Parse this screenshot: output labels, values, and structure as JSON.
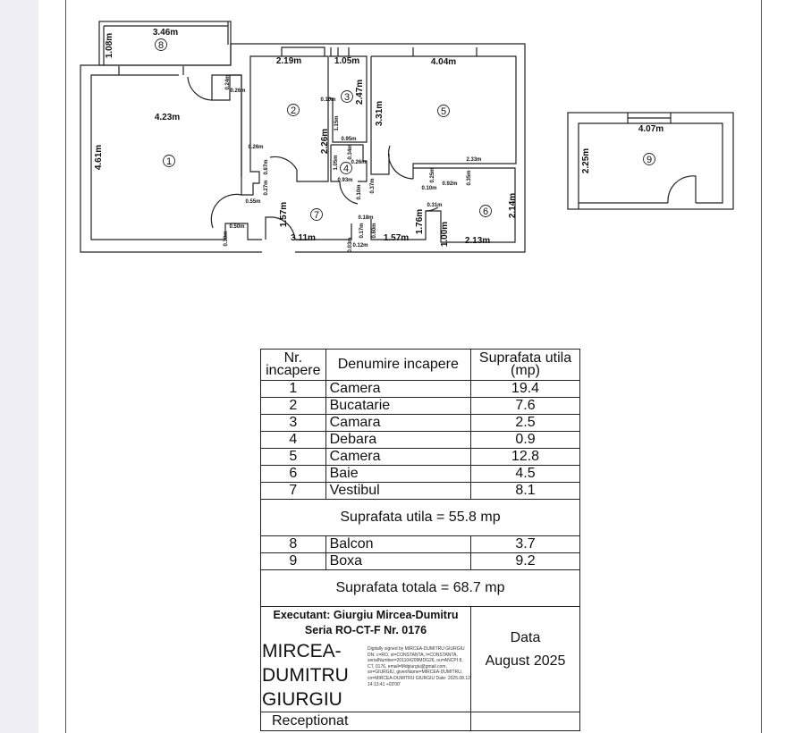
{
  "plan": {
    "rooms": [
      "1",
      "2",
      "3",
      "4",
      "5",
      "6",
      "7",
      "8",
      "9"
    ],
    "dims": {
      "balcony_w": "3.46m",
      "balcony_h": "1.08m",
      "r1_w": "4.23m",
      "r1_h": "4.61m",
      "r2_w": "2.19m",
      "r3_w": "1.05m",
      "r3_h": "2.47m",
      "r2_h": "2.26m",
      "r5_w": "4.04m",
      "r5_h": "3.31m",
      "r7_h": "1.57m",
      "r7_w": "3.11m",
      "r7_w2": "1.57m",
      "r6_h": "2.14m",
      "r6_w": "2.13m",
      "r6_a": "2.33m",
      "r6_b": "1.76m",
      "r6_c": "1.00m",
      "boxa_w": "4.07m",
      "boxa_h": "2.25m",
      "s1": "0.24m",
      "s2": "0.26m",
      "s3": "0.10m",
      "s4": "1.15m",
      "s5": "0.95m",
      "s6": "0.26m",
      "s7": "0.87m",
      "s8": "1.05m",
      "s9": "0.34m",
      "s10": "0.26m",
      "s11": "0.93m",
      "s12": "0.27m",
      "s13": "0.55m",
      "s14": "0.10m",
      "s15": "0.37m",
      "s16": "0.30m",
      "s17": "0.50m",
      "s18": "0.18m",
      "s19": "0.17m",
      "s20": "0.60m",
      "s21": "0.12m",
      "s22": "0.03m",
      "s23": "0.31m",
      "s24": "0.92m",
      "s25": "0.10m",
      "s26": "0.25m",
      "s27": "0.35m"
    }
  },
  "table": {
    "headers": [
      "Nr. incapere",
      "Denumire incapere",
      "Suprafata utila (mp)"
    ],
    "rows": [
      {
        "nr": "1",
        "name": "Camera",
        "area": "19.4"
      },
      {
        "nr": "2",
        "name": "Bucatarie",
        "area": "7.6"
      },
      {
        "nr": "3",
        "name": "Camara",
        "area": "2.5"
      },
      {
        "nr": "4",
        "name": "Debara",
        "area": "0.9"
      },
      {
        "nr": "5",
        "name": "Camera",
        "area": "12.8"
      },
      {
        "nr": "6",
        "name": "Baie",
        "area": "4.5"
      },
      {
        "nr": "7",
        "name": "Vestibul",
        "area": "8.1"
      }
    ],
    "util_total": "Suprafata utila = 55.8 mp",
    "extra_rows": [
      {
        "nr": "8",
        "name": "Balcon",
        "area": "3.7"
      },
      {
        "nr": "9",
        "name": "Boxa",
        "area": "9.2"
      }
    ],
    "grand_total": "Suprafata totala = 68.7 mp",
    "executant": "Executant: Giurgiu Mircea-Dumitru",
    "seria": "Seria RO-CT-F Nr. 0176",
    "signature_name": "MIRCEA-\nDUMITRU\nGIURGIU",
    "signature_detail": "Digitally signed by MIRCEA-DUMITRU GIURGIU DN: c=RO, st=CONSTANTA, l=CONSTANTA, serialNumber=201104209MDG26, ou=ANCPI 8, CT, 0176, email=Mdgiurgiu@gmail.com, sn=GIURGIU, givenName=MIRCEA-DUMITRU, cn=MIRCEA-DUMITRU GIURGIU Date: 2025.08.12 14:13:41 +03'00'",
    "date_label": "Data",
    "date_value": "August 2025",
    "receptionat": "Receptionat"
  }
}
